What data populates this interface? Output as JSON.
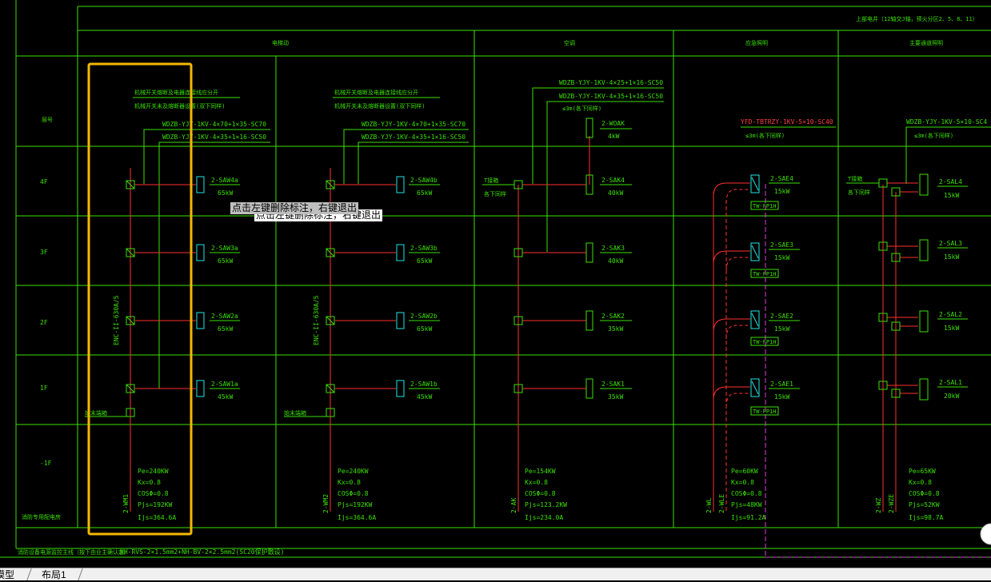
{
  "header": {
    "top_right": "上部电井（12轴交J轴，预火分区2、5、8、11）",
    "groups": [
      "电梯动",
      "空调",
      "应急照明",
      "主要通道照明"
    ],
    "row_header": "层号",
    "floors": [
      "4F",
      "3F",
      "2F",
      "1F",
      "-1F"
    ],
    "bottom_label": "消防专用配电房"
  },
  "elevator_a": {
    "note1": "机械开关熔断及电器连接线应分开",
    "note2": "机械开关未及熔断器设置(双下同样)",
    "cable1": "WDZB-YJY-1KV-4×70+1×35-SC70",
    "cable2": "WDZB-YJY-1KV-4×35+1×16-SC50",
    "busway": "ENC-II-630A/5",
    "end_label": "始末端箱",
    "loads": [
      {
        "name": "2-SAW4a",
        "kw": "65kW"
      },
      {
        "name": "2-SAW3a",
        "kw": "65kW"
      },
      {
        "name": "2-SAW2a",
        "kw": "65kW"
      },
      {
        "name": "2-SAW1a",
        "kw": "45kW"
      }
    ],
    "calc": [
      "Pe=240KW",
      "Kx=0.8",
      "COSΦ=0.8",
      "Pjs=192KW",
      "Ijs=364.6A"
    ],
    "circuit": "2-WM1"
  },
  "elevator_b": {
    "note1": "机械开关熔断及电器连接线应分开",
    "note2": "机械开关未及熔断器设置(双下同样)",
    "cable1": "WDZB-YJY-1KV-4×70+1×35-SC70",
    "cable2": "WDZB-YJY-1KV-4×35+1×16-SC50",
    "busway": "ENC-II-630A/5",
    "end_label": "始末端箱",
    "loads": [
      {
        "name": "2-SAW4b",
        "kw": "65kW"
      },
      {
        "name": "2-SAW3b",
        "kw": "65kW"
      },
      {
        "name": "2-SAW2b",
        "kw": "65kW"
      },
      {
        "name": "2-SAW1b",
        "kw": "45kW"
      }
    ],
    "calc": [
      "Pe=240KW",
      "Kx=0.8",
      "COSΦ=0.8",
      "Pjs=192KW",
      "Ijs=364.6A"
    ],
    "circuit": "2-WM2"
  },
  "hvac": {
    "cable1": "WDZB-YJY-1KV-4×25+1×16-SC50",
    "cable2": "WDZB-YJY-1KV-4×35+1×16-SC50",
    "note": "≤3m(各下同样)",
    "t_label": "T接箱",
    "t_note": "各下同样",
    "roof": {
      "name": "2-WOAK",
      "kw": "4kW"
    },
    "loads": [
      {
        "name": "2-SAK4",
        "kw": "40kW"
      },
      {
        "name": "2-SAK3",
        "kw": "40kW"
      },
      {
        "name": "2-SAK2",
        "kw": "35kW"
      },
      {
        "name": "2-SAK1",
        "kw": "35kW"
      }
    ],
    "calc": [
      "Pe=154KW",
      "Kx=0.8",
      "COSΦ=0.8",
      "Pjs=123.2KW",
      "Ijs=234.0A"
    ],
    "circuit": "2-AK"
  },
  "emergency": {
    "cable": "YFD-TBTRZY-1KV-5×10-SC40",
    "note": "≤3m(各下同样)",
    "loads": [
      {
        "name": "2-SAE4",
        "kw": "15kW",
        "tag": "TW-FP1H"
      },
      {
        "name": "2-SAE3",
        "kw": "15kW",
        "tag": "TW-FP1H"
      },
      {
        "name": "2-SAE2",
        "kw": "15kW",
        "tag": "TW-FP1H"
      },
      {
        "name": "2-SAE1",
        "kw": "15kW",
        "tag": "TW-FP1H"
      }
    ],
    "calc": [
      "Pe=60KW",
      "Kx=0.8",
      "COSΦ=0.8",
      "Pjs=48KW",
      "Ijs=91.2A"
    ],
    "circuits": [
      "2-WL",
      "2-WLE"
    ]
  },
  "lighting": {
    "cable": "WDZB-YJY-1KV-5×10-SC4",
    "note": "≤3m(各下同样)",
    "t_label": "T接箱",
    "t_note": "各下同样",
    "loads": [
      {
        "name": "2-SAL4",
        "kw": "15kW"
      },
      {
        "name": "2-SAL3",
        "kw": "15kW"
      },
      {
        "name": "2-SAL2",
        "kw": "15kW"
      },
      {
        "name": "2-SAL1",
        "kw": "20kW"
      }
    ],
    "calc": [
      "Pe=65KW",
      "Kx=0.8",
      "COSΦ=0.8",
      "Pjs=52KW",
      "Ijs=98.7A"
    ],
    "circuits": [
      "2-WZ",
      "2-WZE"
    ]
  },
  "footer": {
    "note_label": "消防设备电源监控主线（按下由业主确认定）",
    "note_cable": "NH-RVS-2×1.5mm2+NH-BV-2×2.5mm2(SC20保护敷设)"
  },
  "tooltip": {
    "text": "点击左键删除标注，右键退出",
    "ghost": "点击左键删除标注，右键退出"
  },
  "tabs": {
    "model": "模型",
    "layout": "布局1"
  },
  "colors": {
    "frame": "#3be000",
    "wire": "#ff3030",
    "device": "#22e6e6",
    "selection": "#f5b800",
    "dash": "#e040e0"
  }
}
